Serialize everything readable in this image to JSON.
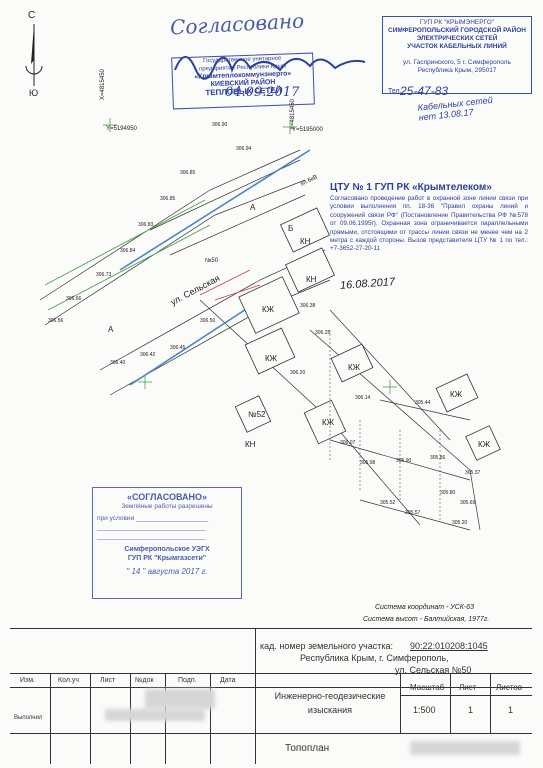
{
  "north": {
    "letter_top": "С",
    "letter_bottom": "Ю"
  },
  "handwriting_top": "Согласовано",
  "stamp_left": {
    "line1": "Государственное унитарное",
    "line2": "предприятие Республики Крым",
    "line3": "«Крымтеплокоммунэнерго»",
    "line4": "КИЕВСКИЙ РАЙОН",
    "line5": "ТЕПЛОВЫХ СЕТЕЙ",
    "date": "04.09.2017"
  },
  "stamp_right": {
    "line1": "ГУП РК \"КРЫМЭНЕРГО\"",
    "line2": "СИМФЕРОПОЛЬСКИЙ ГОРОДСКОЙ РАЙОН",
    "line3": "ЭЛЕКТРИЧЕСКИХ СЕТЕЙ",
    "line4": "УЧАСТОК КАБЕЛЬНЫХ ЛИНИЙ",
    "addr1": "ул. Гаспринского, 5 г. Симферополь",
    "addr2": "Республика Крым, 295017",
    "tel_label": "Тел.",
    "tel": "25-47-83",
    "note": "Кабельных сетей нет 13.08.17"
  },
  "coords": {
    "x_left": "X=4815450",
    "y_left": "Y=5194950",
    "x_right": "X=4815450",
    "y_right": "Y=5195000"
  },
  "ctu": {
    "title": "ЦТУ № 1 ГУП РК «Крымтелеком»",
    "text": "Согласовано проведение работ в охранной зоне линии связи при условии выполнения пп. 18-36 \"Правил охраны линий и сооружений связи РФ\" (Постановление Правительства РФ №578 от 09.06.1995г). Охранная зона ограничивается параллельными прямыми, отстоящими от трассы линии связи не менее чем на 2 метра с каждой стороны. Вызов представителя ЦТУ № 1 по тел.: +7-3652-27-20-11",
    "date": "16.08.2017"
  },
  "map": {
    "street": "ул. Сельская",
    "house": "№50",
    "letters": [
      "А",
      "А",
      "Б"
    ],
    "buildings": [
      "КН",
      "КН",
      "КЖ",
      "КЖ",
      "КЖ",
      "КЖ",
      "КЖ",
      "КЖ",
      "КН",
      "№52"
    ],
    "line_tag": "эл.6кВ",
    "elev": [
      "306.90",
      "306.94",
      "306.85",
      "306.85",
      "306.83",
      "306.84",
      "306.73",
      "306.66",
      "306.56",
      "306.50",
      "306.45",
      "306.42",
      "306.40",
      "306.38",
      "306.25",
      "306.20",
      "306.14",
      "306.07",
      "305.98",
      "305.90",
      "305.86",
      "305.80",
      "305.69",
      "305.57",
      "305.52",
      "305.44",
      "305.37",
      "305.20"
    ]
  },
  "stamp_gas": {
    "title": "«СОГЛАСОВАНО»",
    "sub": "Земляные работы разрешены",
    "cond_label": "при условии",
    "org1": "Симферопольское УЭГХ",
    "org2": "ГУП РК \"Крымгазсети\"",
    "date": "\" 14 \" августа 2017 г."
  },
  "systems": {
    "coord": "Система координат - УСК-63",
    "height": "Система высот - Балтийская, 1977г."
  },
  "title_block": {
    "cadastral_label": "кад. номер земельного участка:",
    "cadastral": "90:22:010208:1045",
    "addr1": "Республика Крым, г. Симферополь,",
    "addr2": "ул. Сельская №50",
    "headers": [
      "Изм.",
      "Кол.уч",
      "Лист",
      "№док",
      "Подп.",
      "Дата"
    ],
    "executed_label": "Выполнил",
    "work": "Инженерно-геодезические изыскания",
    "scale_label": "Масштаб",
    "sheet_label": "Лист",
    "sheets_label": "Листов",
    "scale": "1:500",
    "sheet": "1",
    "sheets": "1",
    "doc_name": "Топоплан"
  }
}
